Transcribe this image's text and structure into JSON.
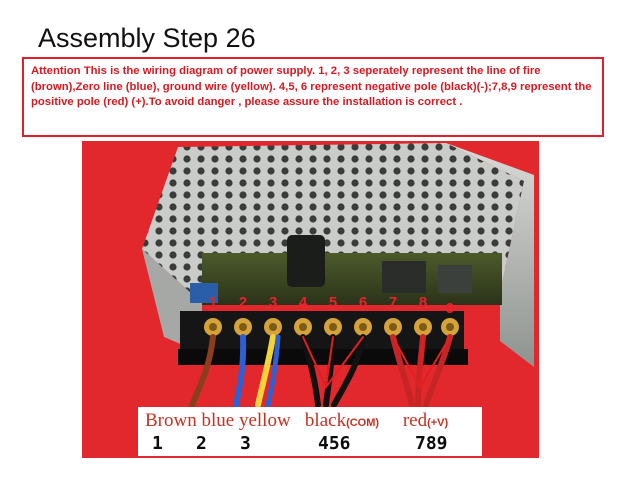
{
  "slide": {
    "title": "Assembly Step 26",
    "notice": "Attention This is the wiring diagram of power supply.  1, 2, 3 seperately represent  the line of fire (brown),Zero line (blue), ground wire (yellow). 4,5, 6 represent negative pole (black)(-);7,8,9 represent the positive pole (red) (+).To avoid danger , please assure the installation is correct ."
  },
  "photo": {
    "terminal_numbers": [
      "1",
      "2",
      "3",
      "4",
      "5",
      "6",
      "7",
      "8",
      "9"
    ],
    "background_color": "#e3282d"
  },
  "legend": {
    "brown": "Brown",
    "blue": "blue",
    "yellow": "yellow",
    "black": "black",
    "com": "(COM)",
    "red": "red",
    "plus_v": "(+V)",
    "num_brown": "1",
    "num_blue": "2",
    "num_yellow": "3",
    "num_black": "456",
    "num_red": "789"
  }
}
